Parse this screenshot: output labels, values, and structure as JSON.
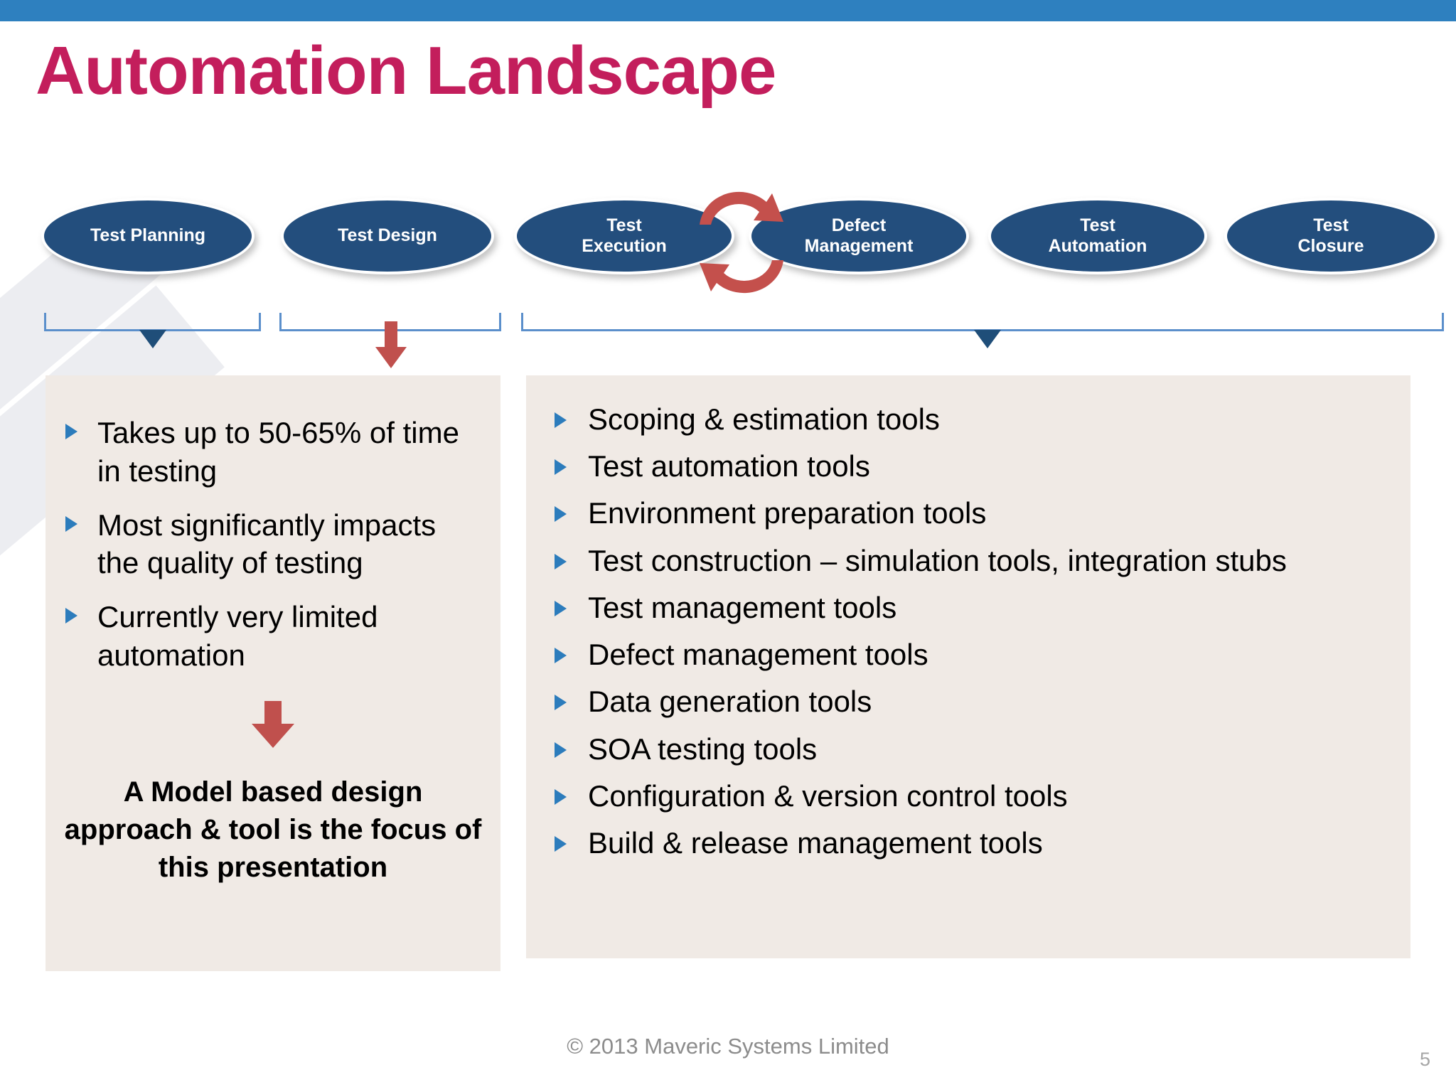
{
  "slide": {
    "title": "Automation Landscape",
    "title_color": "#C31E5C",
    "topbar_color": "#2E80BF",
    "panel_bg": "#F0EAE5",
    "ellipse_color": "#234E7D",
    "accent_red": "#C0504D",
    "bullet_blue": "#2C7CBC"
  },
  "phases": [
    {
      "label": "Test Planning",
      "line1": "Test Planning",
      "line2": ""
    },
    {
      "label": "Test Design",
      "line1": "Test Design",
      "line2": ""
    },
    {
      "label": "Test Execution",
      "line1": "Test",
      "line2": "Execution"
    },
    {
      "label": "Defect Management",
      "line1": "Defect",
      "line2": "Management"
    },
    {
      "label": "Test Automation",
      "line1": "Test",
      "line2": "Automation"
    },
    {
      "label": "Test Closure",
      "line1": "Test",
      "line2": "Closure"
    }
  ],
  "left_panel": {
    "bullets": [
      "Takes up to 50-65% of time in testing",
      "Most significantly impacts the quality of testing",
      "Currently very limited automation"
    ],
    "conclusion": "A Model based design approach & tool is the focus of this presentation"
  },
  "right_panel": {
    "bullets": [
      "Scoping & estimation tools",
      "Test automation tools",
      "Environment preparation tools",
      "Test construction – simulation tools, integration stubs",
      "Test management tools",
      "Defect management tools",
      "Data generation tools",
      "SOA testing tools",
      "Configuration & version control tools",
      "Build & release management tools"
    ]
  },
  "footer": {
    "copyright": "© 2013 Maveric Systems Limited",
    "page_number": "5"
  }
}
